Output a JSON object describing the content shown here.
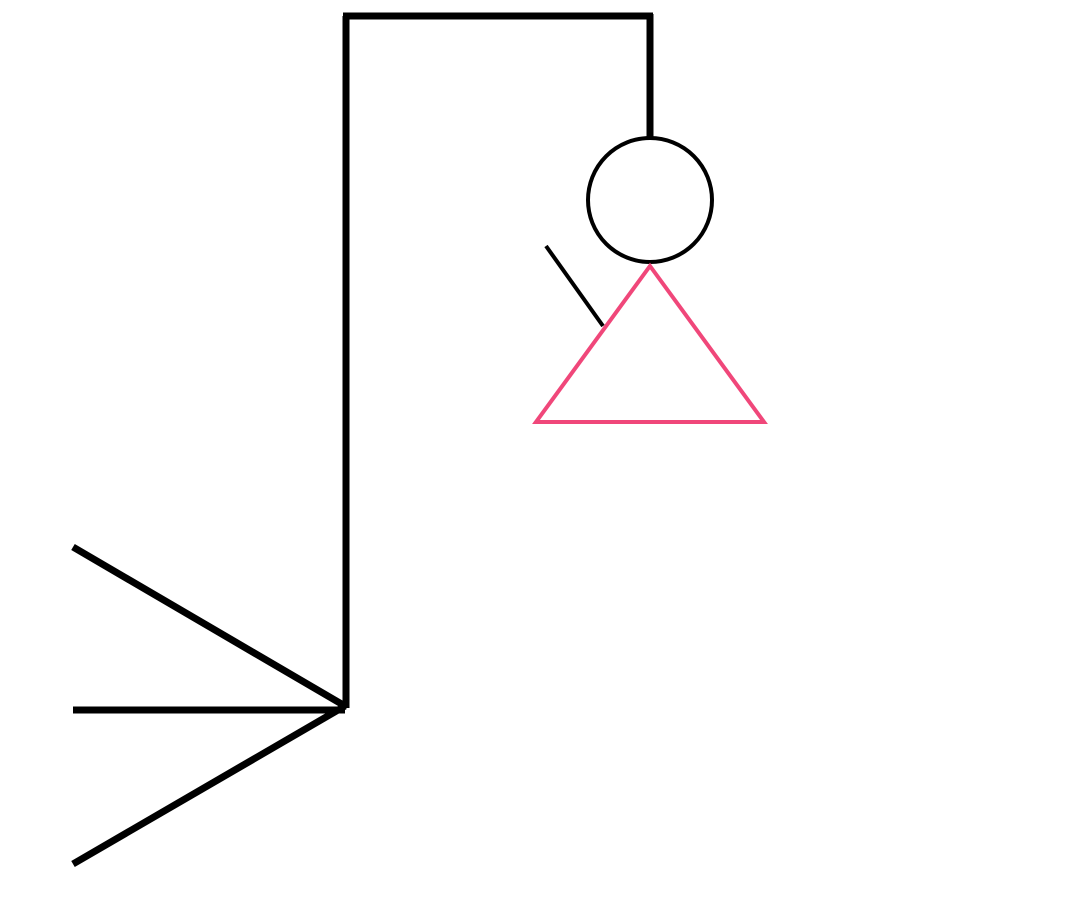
{
  "game": {
    "name": "hangman",
    "wrong_guesses_drawn": 3,
    "total_stages": 6
  },
  "colors": {
    "background": "#ffffff",
    "gallows": "#000000",
    "figure_outline": "#000000",
    "body_triangle": "#f0477a"
  },
  "parts": {
    "gallows": [
      "base",
      "pole",
      "top-beam",
      "rope"
    ],
    "figure": [
      "head",
      "body-dress",
      "left-arm"
    ]
  }
}
